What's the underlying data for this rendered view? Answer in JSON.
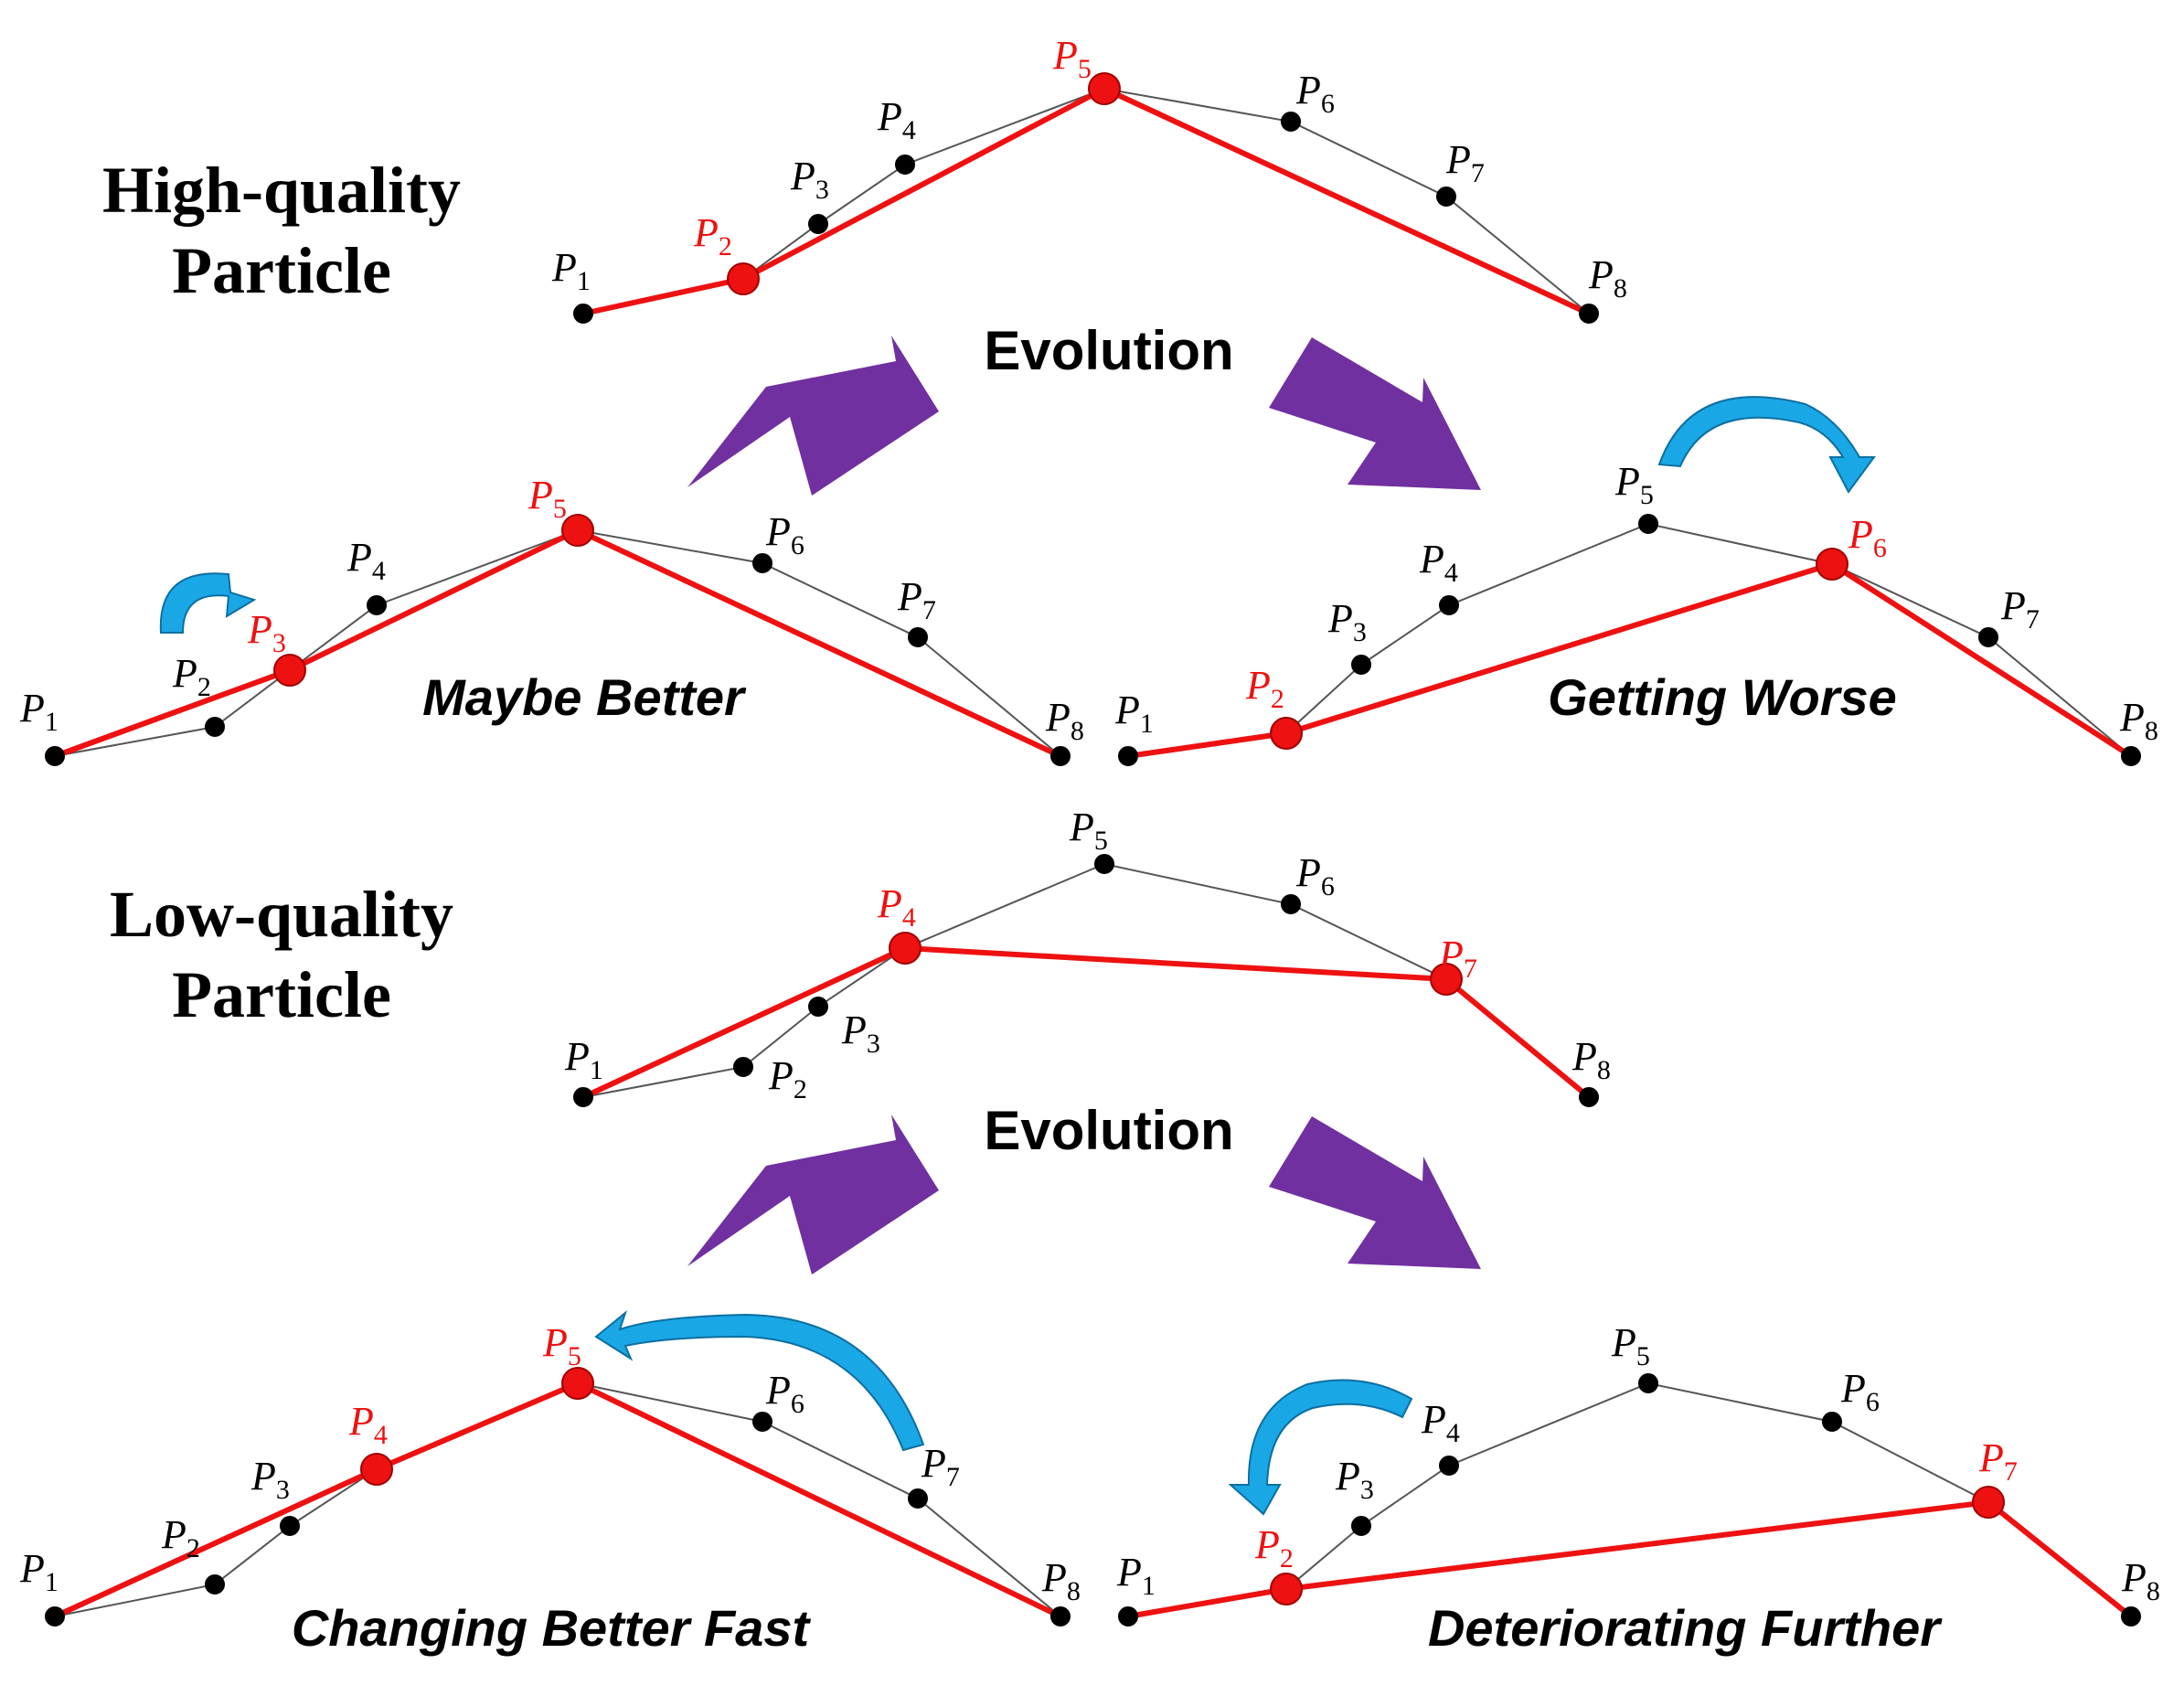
{
  "titles": {
    "high": [
      "High-quality",
      "Particle"
    ],
    "low": [
      "Low-quality",
      "Particle"
    ]
  },
  "evolution_label": "Evolution",
  "point_letter": "P",
  "colors": {
    "red": "#ee1111",
    "black": "#000000",
    "purple": "#7030a0",
    "cyan": "#1aa7e6",
    "gray": "#555555"
  },
  "diagrams": [
    {
      "name": "high-parent",
      "caption": "",
      "points": [
        {
          "i": "1",
          "hl": false
        },
        {
          "i": "2",
          "hl": true
        },
        {
          "i": "3",
          "hl": false
        },
        {
          "i": "4",
          "hl": false
        },
        {
          "i": "5",
          "hl": true
        },
        {
          "i": "6",
          "hl": false
        },
        {
          "i": "7",
          "hl": false
        },
        {
          "i": "8",
          "hl": false
        }
      ],
      "path": [
        "1",
        "2",
        "5",
        "8"
      ]
    },
    {
      "name": "high-maybe-better",
      "caption": "Maybe Better",
      "points": [
        {
          "i": "1",
          "hl": false
        },
        {
          "i": "2",
          "hl": false
        },
        {
          "i": "3",
          "hl": true
        },
        {
          "i": "4",
          "hl": false
        },
        {
          "i": "5",
          "hl": true
        },
        {
          "i": "6",
          "hl": false
        },
        {
          "i": "7",
          "hl": false
        },
        {
          "i": "8",
          "hl": false
        }
      ],
      "path": [
        "1",
        "3",
        "5",
        "8"
      ]
    },
    {
      "name": "high-getting-worse",
      "caption": "Getting Worse",
      "points": [
        {
          "i": "1",
          "hl": false
        },
        {
          "i": "2",
          "hl": true
        },
        {
          "i": "3",
          "hl": false
        },
        {
          "i": "4",
          "hl": false
        },
        {
          "i": "5",
          "hl": false
        },
        {
          "i": "6",
          "hl": true
        },
        {
          "i": "7",
          "hl": false
        },
        {
          "i": "8",
          "hl": false
        }
      ],
      "path": [
        "1",
        "2",
        "6",
        "8"
      ]
    },
    {
      "name": "low-parent",
      "caption": "",
      "points": [
        {
          "i": "1",
          "hl": false
        },
        {
          "i": "2",
          "hl": false
        },
        {
          "i": "3",
          "hl": false
        },
        {
          "i": "4",
          "hl": true
        },
        {
          "i": "5",
          "hl": false
        },
        {
          "i": "6",
          "hl": false
        },
        {
          "i": "7",
          "hl": true
        },
        {
          "i": "8",
          "hl": false
        }
      ],
      "path": [
        "1",
        "4",
        "7",
        "8"
      ]
    },
    {
      "name": "low-changing-better-fast",
      "caption": "Changing Better Fast",
      "points": [
        {
          "i": "1",
          "hl": false
        },
        {
          "i": "2",
          "hl": false
        },
        {
          "i": "3",
          "hl": false
        },
        {
          "i": "4",
          "hl": true
        },
        {
          "i": "5",
          "hl": true
        },
        {
          "i": "6",
          "hl": false
        },
        {
          "i": "7",
          "hl": false
        },
        {
          "i": "8",
          "hl": false
        }
      ],
      "path": [
        "1",
        "4",
        "5",
        "8"
      ]
    },
    {
      "name": "low-deteriorating-further",
      "caption": "Deteriorating Further",
      "points": [
        {
          "i": "1",
          "hl": false
        },
        {
          "i": "2",
          "hl": true
        },
        {
          "i": "3",
          "hl": false
        },
        {
          "i": "4",
          "hl": false
        },
        {
          "i": "5",
          "hl": false
        },
        {
          "i": "6",
          "hl": false
        },
        {
          "i": "7",
          "hl": true
        },
        {
          "i": "8",
          "hl": false
        }
      ],
      "path": [
        "1",
        "2",
        "7",
        "8"
      ]
    }
  ]
}
